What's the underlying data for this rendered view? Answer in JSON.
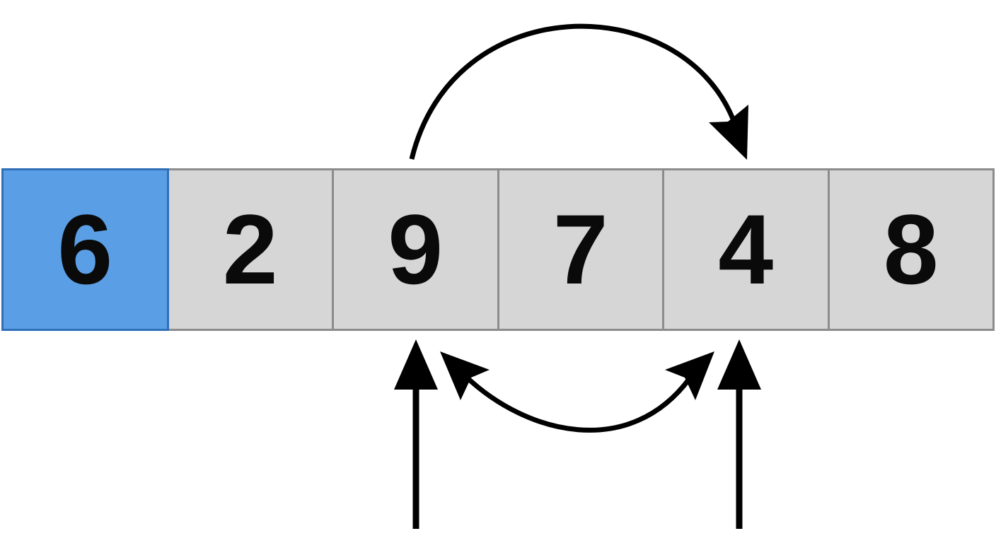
{
  "array": {
    "cells": [
      {
        "value": "6",
        "state": "pivot"
      },
      {
        "value": "2",
        "state": "normal"
      },
      {
        "value": "9",
        "state": "normal"
      },
      {
        "value": "7",
        "state": "normal"
      },
      {
        "value": "4",
        "state": "normal"
      },
      {
        "value": "8",
        "state": "normal"
      }
    ]
  },
  "colors": {
    "pivot": "#5a9fe6",
    "cell": "#d6d6d6",
    "border": "#8c8c8c",
    "arrow": "#000000"
  }
}
